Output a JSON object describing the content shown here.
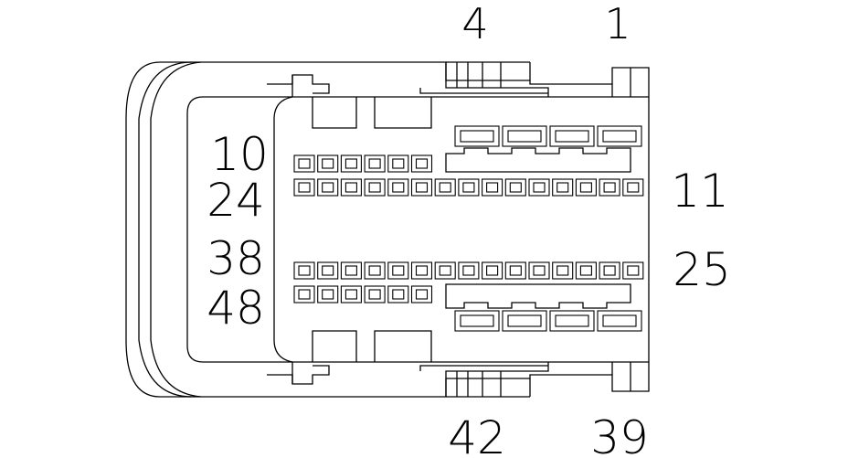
{
  "connector": {
    "pin_labels": {
      "top_left": "4",
      "top_right": "1",
      "left_row1": "10",
      "left_row2": "24",
      "left_row3": "38",
      "left_row4": "48",
      "right_upper": "11",
      "right_lower": "25",
      "bottom_left": "42",
      "bottom_right": "39"
    },
    "pins": {
      "row1_small_count": 6,
      "row2_count": 15,
      "row3_count": 15,
      "row4_small_count": 6,
      "large_top_count": 4,
      "large_bottom_count": 4
    }
  }
}
